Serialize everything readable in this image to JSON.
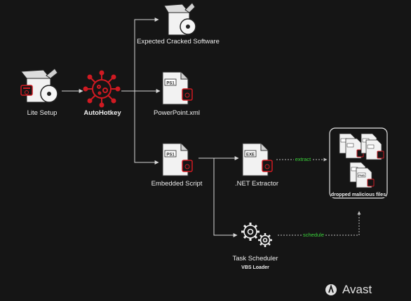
{
  "nodes": {
    "lite_setup": "Lite Setup",
    "autohotkey": "AutoHotkey",
    "expected_cracked_software": "Expected Cracked Software",
    "powerpoint_xml": "PowerPoint.xml",
    "embedded_script": "Embedded Script",
    "net_extractor": ".NET Extractor",
    "task_scheduler": "Task Scheduler",
    "vbs_loader": "VBS Loader",
    "dropped_malicious_files": "dropped malicious files"
  },
  "file_tags": {
    "ps1": "PS1",
    "exe": "EXE",
    "png": "PNG"
  },
  "edges": {
    "extract": "extract",
    "schedule": "schedule"
  },
  "brand": "Avast",
  "colors": {
    "background": "#151515",
    "accent_red": "#d01a22",
    "edge_label_green": "#3ad13a",
    "line": "#d8d8d8"
  },
  "icons": {
    "installer": "box-with-disc-icon",
    "autohotkey": "red-gear-virus-icon",
    "file": "document-file-icon",
    "gears": "gears-icon",
    "brand": "avast-logo-icon"
  }
}
